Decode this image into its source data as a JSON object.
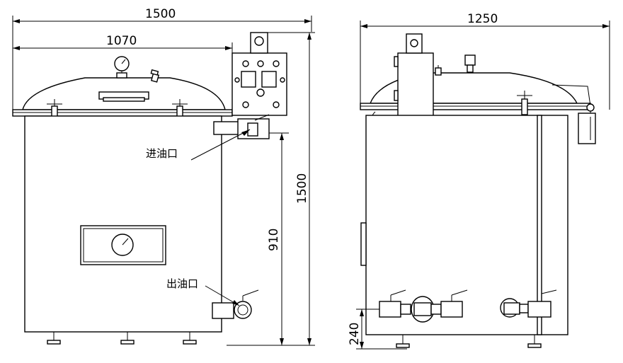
{
  "front_view": {
    "dimensions": {
      "overall_width": "1500",
      "body_width": "1070",
      "overall_height": "1500",
      "inlet_height": "910"
    },
    "labels": {
      "oil_inlet": "进油口",
      "oil_outlet": "出油口"
    }
  },
  "side_view": {
    "dimensions": {
      "overall_depth": "1250",
      "outlet_height": "240"
    }
  }
}
